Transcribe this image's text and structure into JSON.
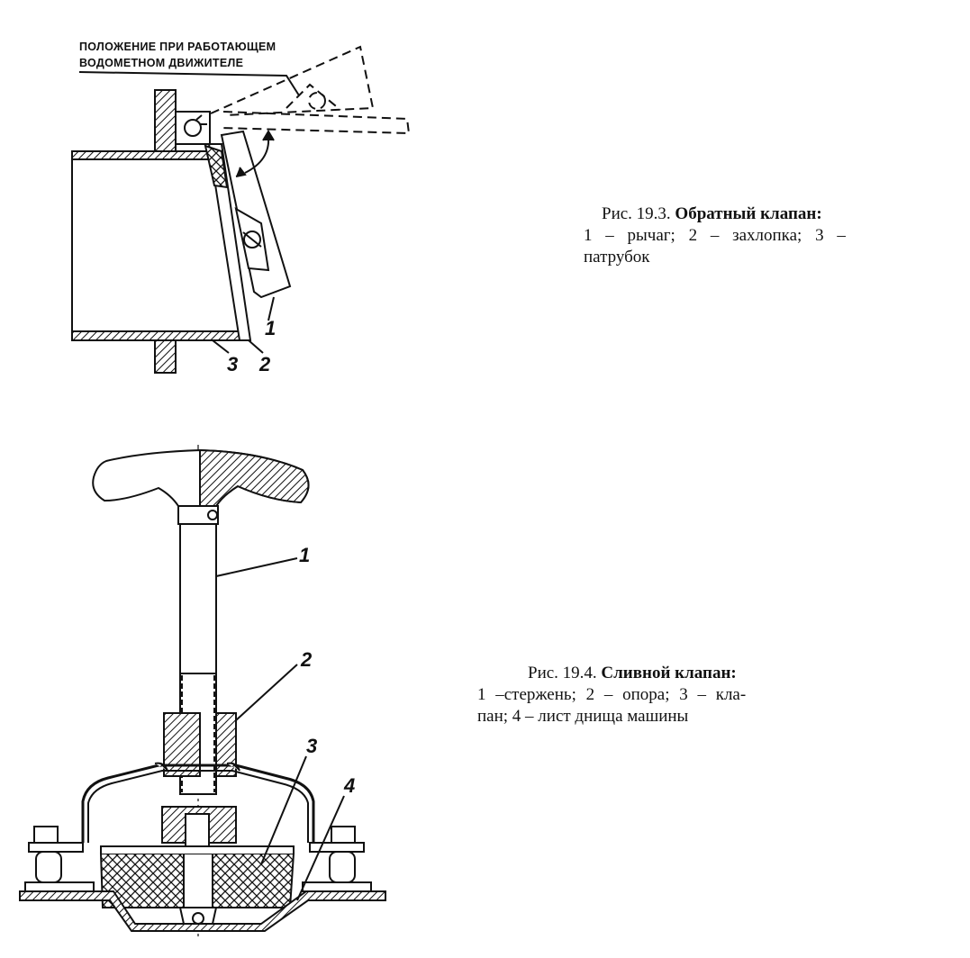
{
  "fig1": {
    "note_line1": "ПОЛОЖЕНИЕ ПРИ РАБОТАЮЩЕМ",
    "note_line2": "ВОДОМЕТНОМ ДВИЖИТЕЛЕ",
    "labels": [
      "1",
      "2",
      "3"
    ],
    "caption_prefix": "Рис. 19.3.",
    "caption_title": "Обратный клапан:",
    "caption_line1": "1 – рычаг; 2 – захлопка; 3 –",
    "caption_line2": "патрубок"
  },
  "fig2": {
    "labels": [
      "1",
      "2",
      "3",
      "4"
    ],
    "caption_prefix": "Рис. 19.4.",
    "caption_title": "Сливной клапан:",
    "caption_line1": "1 –стержень; 2 – опора; 3 – кла-",
    "caption_line2": "пан; 4 – лист днища машины"
  }
}
